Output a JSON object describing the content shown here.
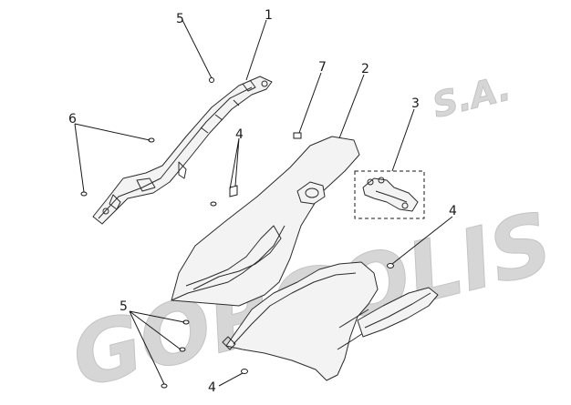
{
  "watermark": {
    "brand": "GORGOLIS",
    "suffix": "S.A."
  },
  "callouts": [
    {
      "id": "c1",
      "label": "1"
    },
    {
      "id": "c2",
      "label": "2"
    },
    {
      "id": "c3",
      "label": "3"
    },
    {
      "id": "c4a",
      "label": "4"
    },
    {
      "id": "c4b",
      "label": "4"
    },
    {
      "id": "c4c",
      "label": "4"
    },
    {
      "id": "c5a",
      "label": "5"
    },
    {
      "id": "c5b",
      "label": "5"
    },
    {
      "id": "c6",
      "label": "6"
    },
    {
      "id": "c7",
      "label": "7"
    }
  ]
}
